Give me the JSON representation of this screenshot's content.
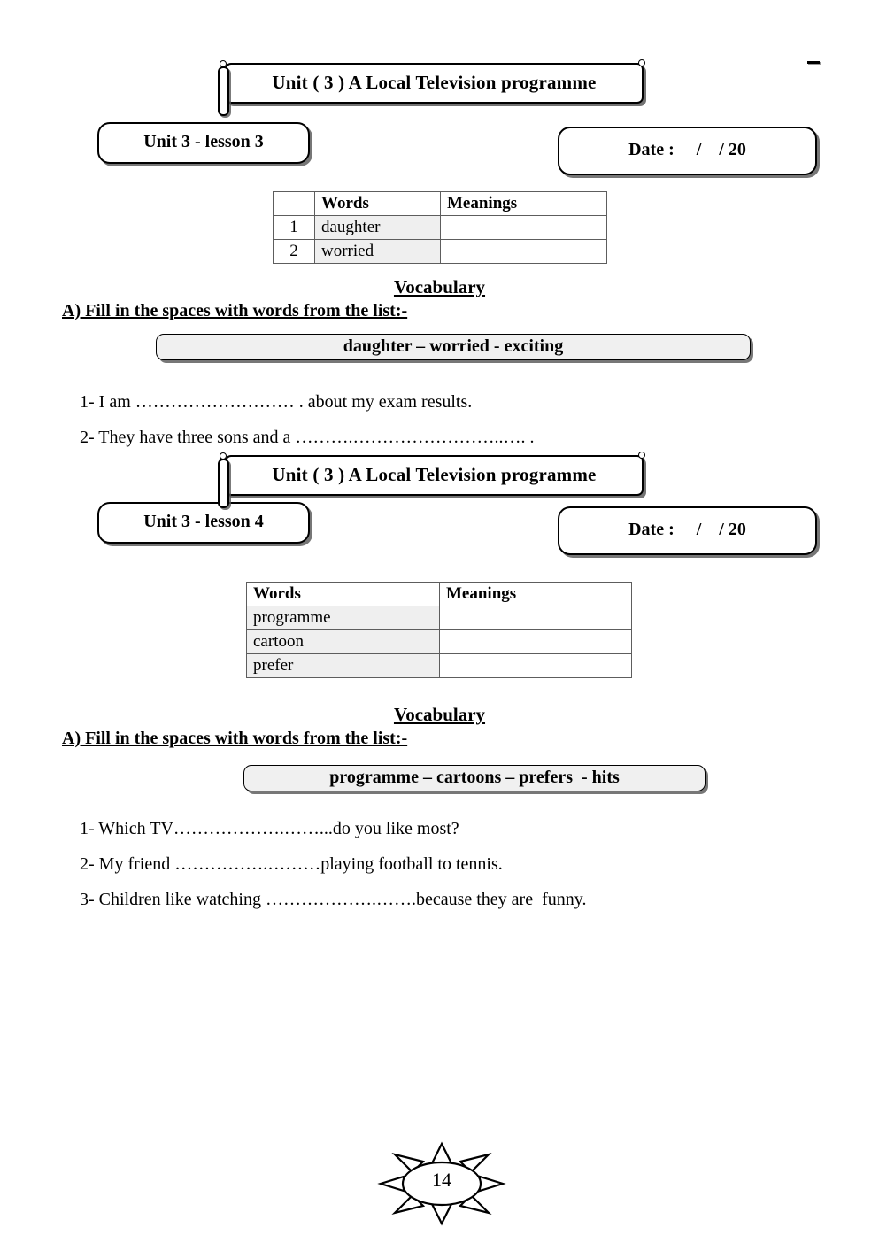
{
  "page": {
    "number": "14",
    "corner_mark": "-"
  },
  "sections": [
    {
      "banner_title": "Unit ( 3 ) A Local Television programme",
      "unit_label": "Unit 3 - lesson 3",
      "date_label": "Date :     /    / 20",
      "table": {
        "has_number_column": true,
        "headers": [
          "",
          "Words",
          "Meanings"
        ],
        "rows": [
          {
            "num": "1",
            "word": "daughter",
            "meaning": ""
          },
          {
            "num": "2",
            "word": "worried",
            "meaning": ""
          }
        ]
      },
      "vocabulary_heading": "Vocabulary",
      "fill_heading": "A) Fill in the spaces with words from the list:-",
      "word_list": "daughter – worried - exciting",
      "questions": [
        "1- I am ……………………… . about my exam results.",
        "2- They have three sons and a ……….……………………..…. ."
      ]
    },
    {
      "banner_title": "Unit ( 3 ) A Local Television programme",
      "unit_label": "Unit 3 - lesson 4",
      "date_label": "Date :     /    / 20",
      "table": {
        "has_number_column": false,
        "headers": [
          "Words",
          "Meanings"
        ],
        "rows": [
          {
            "num": "",
            "word": "programme",
            "meaning": ""
          },
          {
            "num": "",
            "word": "cartoon",
            "meaning": ""
          },
          {
            "num": "",
            "word": "prefer",
            "meaning": ""
          }
        ]
      },
      "vocabulary_heading": "Vocabulary",
      "fill_heading": "A) Fill in the spaces with words from the list:-",
      "word_list": "programme – cartoons – prefers  - hits",
      "questions": [
        "1- Which TV……………….……...do you like most?",
        "2- My friend …………….………playing football to tennis.",
        "3- Children like watching ……………….…….because they are  funny."
      ]
    }
  ],
  "colors": {
    "ink": "#000000",
    "word_cell_fill": "#efefef",
    "list_box_fill": "#f0f0f0",
    "table_border": "#5d5d5d",
    "shadow": "#5f5f5f"
  }
}
